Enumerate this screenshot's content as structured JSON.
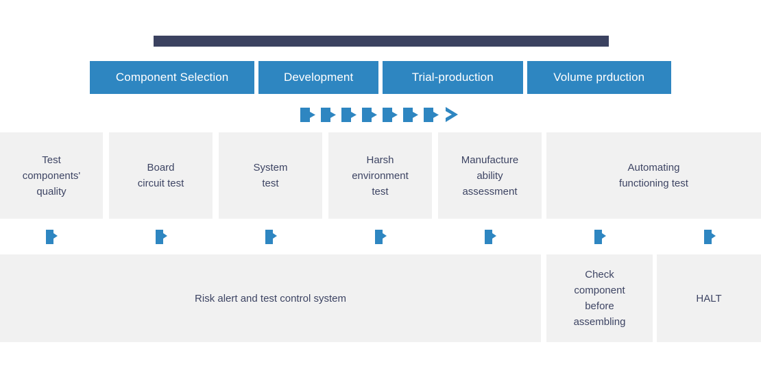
{
  "diagram": {
    "title_bar": {
      "name": "header-bar",
      "color": "#3b4260"
    },
    "accent_color": "#2e86c1",
    "card_color": "#f1f1f1",
    "text_color": "#3d4463",
    "phases": [
      {
        "label": "Component Selection"
      },
      {
        "label": "Development"
      },
      {
        "label": "Trial-production"
      },
      {
        "label": "Volume prduction"
      }
    ],
    "chevrons": {
      "count": 7,
      "icon": "mini-arrow-icon",
      "end_icon": "chevron-right-icon"
    },
    "activities": [
      {
        "label": "Test\ncomponents'\nquality"
      },
      {
        "label": "Board\ncircuit test"
      },
      {
        "label": "System\ntest"
      },
      {
        "label": "Harsh\nenvironment\ntest"
      },
      {
        "label": "Manufacture\nability\nassessment"
      },
      {
        "label": "Automating\nfunctioning test"
      }
    ],
    "connectors": {
      "icon": "arrow-marker-icon",
      "positions": [
        67,
        227,
        387,
        547,
        707,
        867,
        1027
      ]
    },
    "systems": [
      {
        "label": "Risk alert and test control system"
      },
      {
        "label": "Check\ncomponent\nbefore\nassembling"
      },
      {
        "label": "HALT"
      }
    ]
  }
}
